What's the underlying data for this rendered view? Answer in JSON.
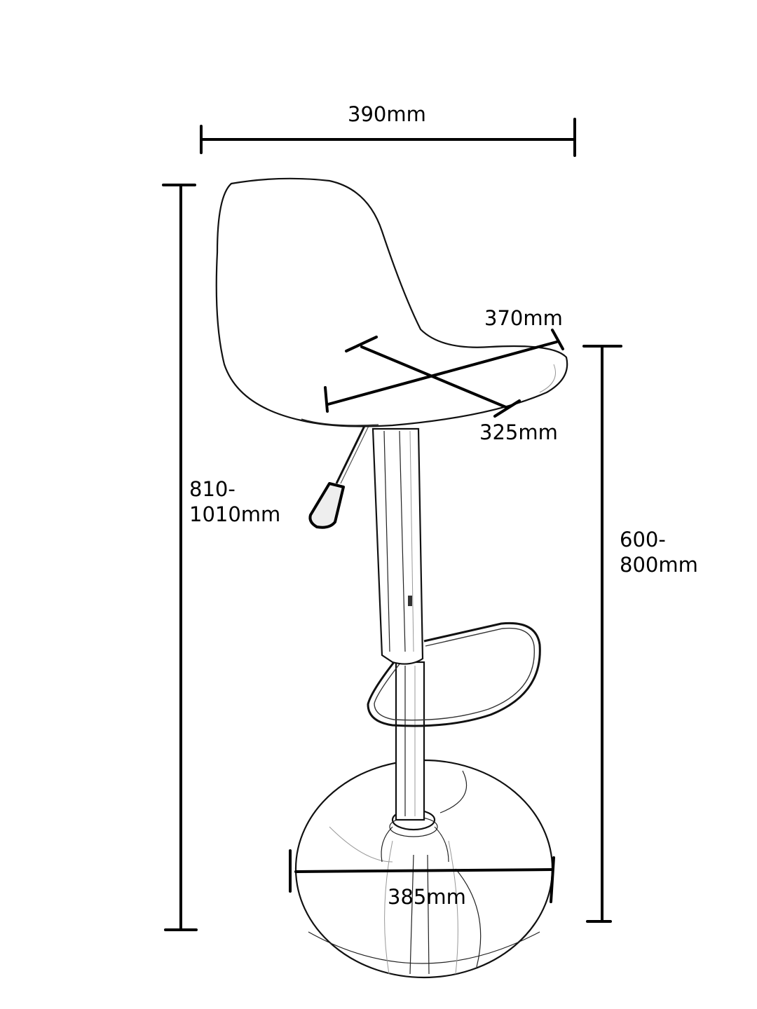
{
  "diagram": {
    "subject": "Adjustable bar stool with shell seat, gas-lift column, footrest ring and round base",
    "dimensions": {
      "overall_width": {
        "label": "390mm"
      },
      "overall_height": {
        "line1": "810-",
        "line2": "1010mm"
      },
      "seat_height": {
        "line1": "600-",
        "line2": "800mm"
      },
      "seat_width": {
        "label": "370mm"
      },
      "seat_depth": {
        "label": "325mm"
      },
      "base_diameter": {
        "label": "385mm"
      }
    },
    "colors": {
      "line": "#000000",
      "background": "#ffffff"
    }
  }
}
